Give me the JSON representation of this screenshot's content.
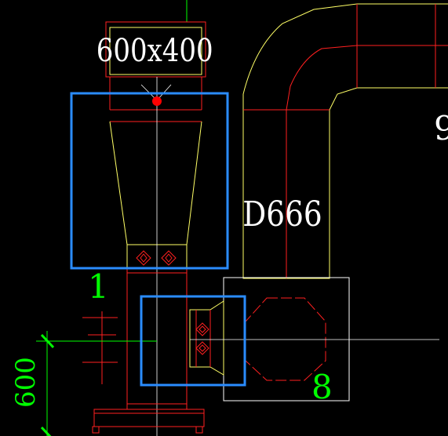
{
  "drawing": {
    "labels": {
      "duct_size": "600x400",
      "duct_diameter": "D666",
      "edge_label": "9",
      "tag_1": "1",
      "tag_8": "8",
      "dimension_600": "600"
    },
    "colors": {
      "background": "#000000",
      "red_lines": "#ff2020",
      "yellow_lines": "#ffff66",
      "white_lines": "#ffffff",
      "green_lines": "#00ff00",
      "blue_boxes": "#2a8cff",
      "red_dot": "#ff0000"
    }
  }
}
